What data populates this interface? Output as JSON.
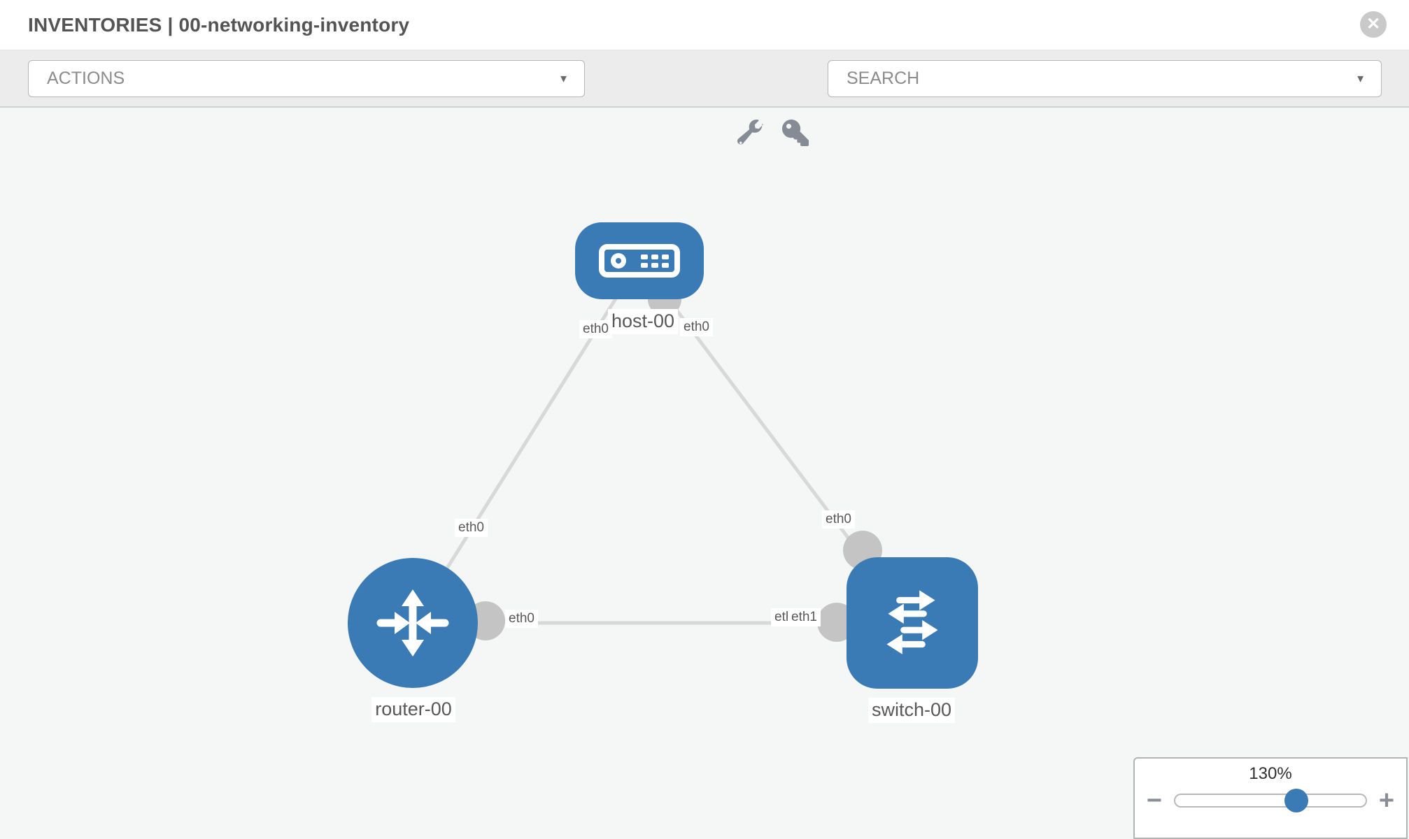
{
  "header": {
    "title": "INVENTORIES | 00-networking-inventory",
    "close_glyph": "✕"
  },
  "toolbar": {
    "actions_label": "ACTIONS",
    "search_label": "SEARCH",
    "caret_glyph": "▼",
    "icons": [
      "wrench-icon",
      "key-icon"
    ]
  },
  "topology": {
    "nodes": {
      "host": {
        "label": "host-00",
        "type": "host"
      },
      "router": {
        "label": "router-00",
        "type": "router"
      },
      "switch": {
        "label": "switch-00",
        "type": "switch"
      }
    },
    "interfaces": {
      "host_to_router": "eth0",
      "host_to_switch": "eth0",
      "router_to_host": "eth0",
      "router_to_switch": "eth0",
      "switch_to_host": "eth0",
      "switch_to_router_back": "eth0",
      "switch_to_router_front": "eth1"
    }
  },
  "zoom_control": {
    "value": "130%",
    "minus_glyph": "−",
    "plus_glyph": "+"
  },
  "colors": {
    "node_blue": "#3a7ab5",
    "link_gray": "#d8d8d8",
    "connector_gray": "#c4c4c4",
    "toolbar_bg": "#ececec",
    "canvas_bg": "#f5f6f6"
  }
}
